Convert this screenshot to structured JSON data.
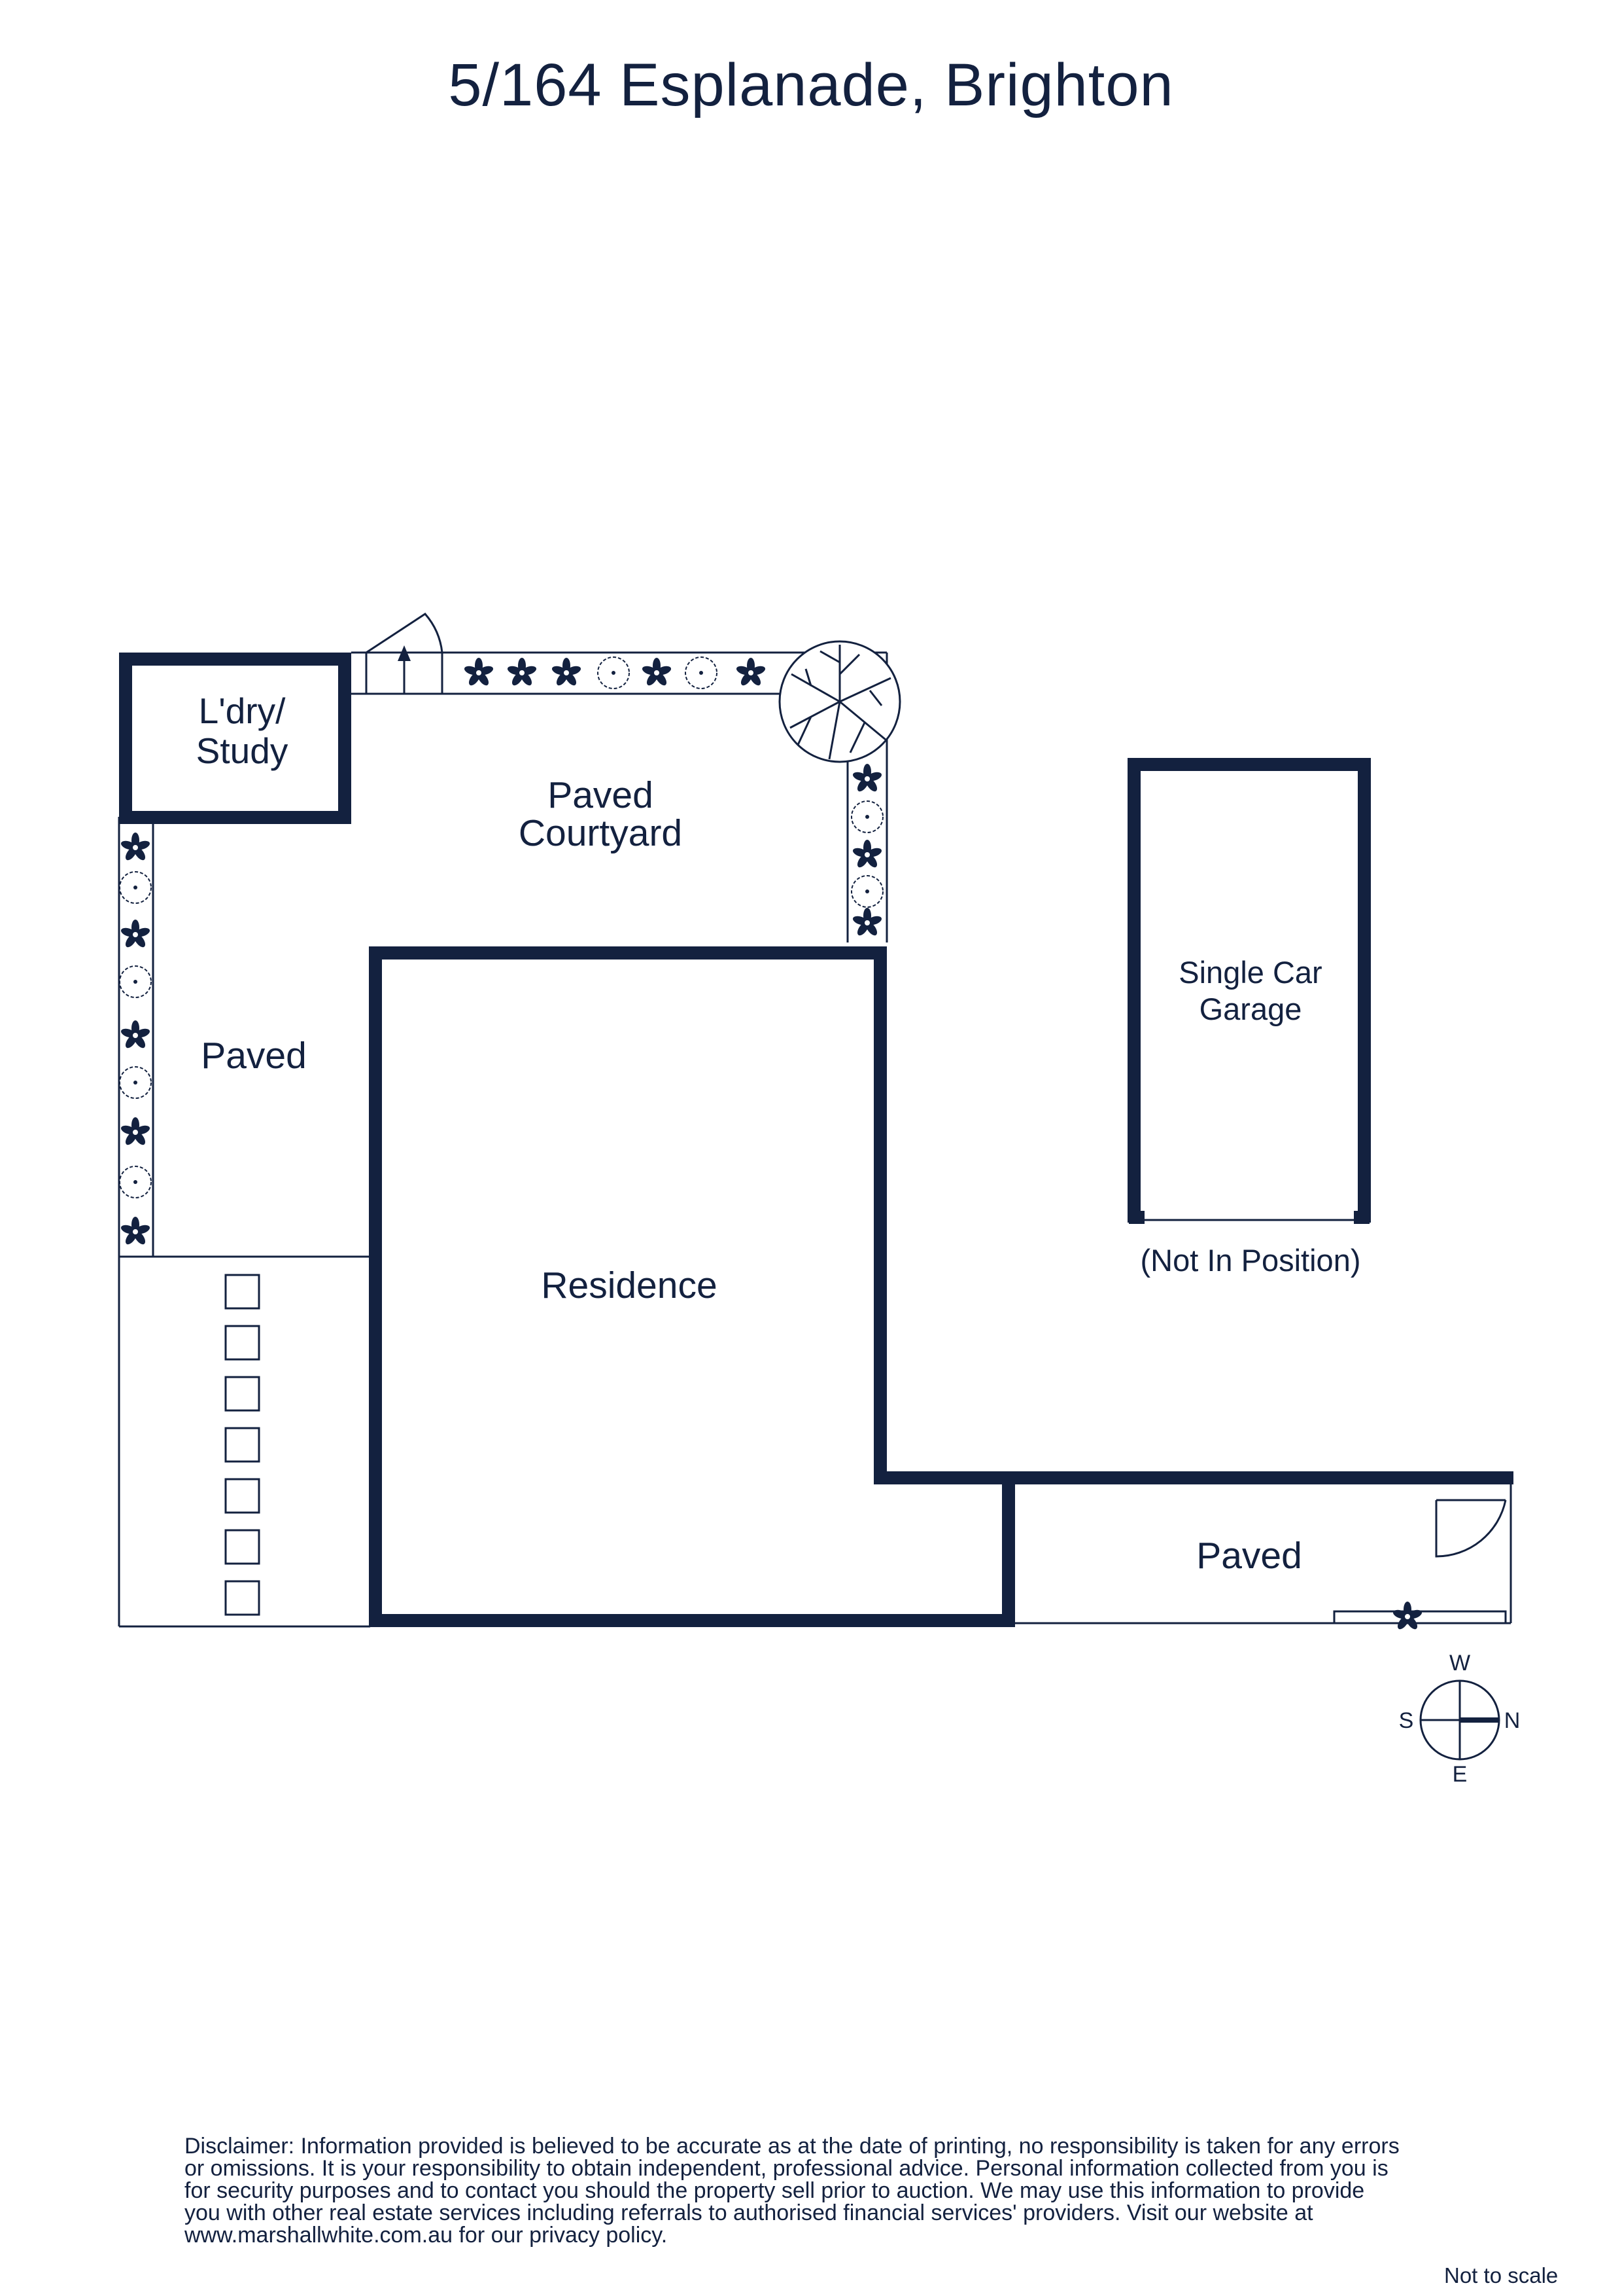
{
  "title": "5/164 Esplanade, Brighton",
  "colors": {
    "ink": "#13213f",
    "background": "#ffffff"
  },
  "rooms": {
    "laundry_study": [
      "L'dry/",
      "Study"
    ],
    "paved_courtyard": [
      "Paved",
      "Courtyard"
    ],
    "paved_west": "Paved",
    "residence": "Residence",
    "garage": [
      "Single Car",
      "Garage"
    ],
    "garage_note": "(Not In Position)",
    "paved_north": "Paved"
  },
  "compass": {
    "top": "W",
    "left": "S",
    "right": "N",
    "bottom": "E"
  },
  "icons": [
    "flower-icon",
    "shrub-icon",
    "tree-icon",
    "compass-icon",
    "door-arc-icon",
    "entry-arrow-icon"
  ],
  "disclaimer": "Disclaimer: Information provided is believed to be accurate as at the date of printing, no responsibility is taken for any errors or omissions. It is your responsibility to obtain independent, professional advice. Personal information collected from you is for security purposes and to contact you should the property sell prior to auction. We may use this information to provide you with other real estate services including referrals to authorised financial services' providers. Visit our website at www.marshallwhite.com.au for our privacy policy.",
  "scale_note": "Not to scale"
}
